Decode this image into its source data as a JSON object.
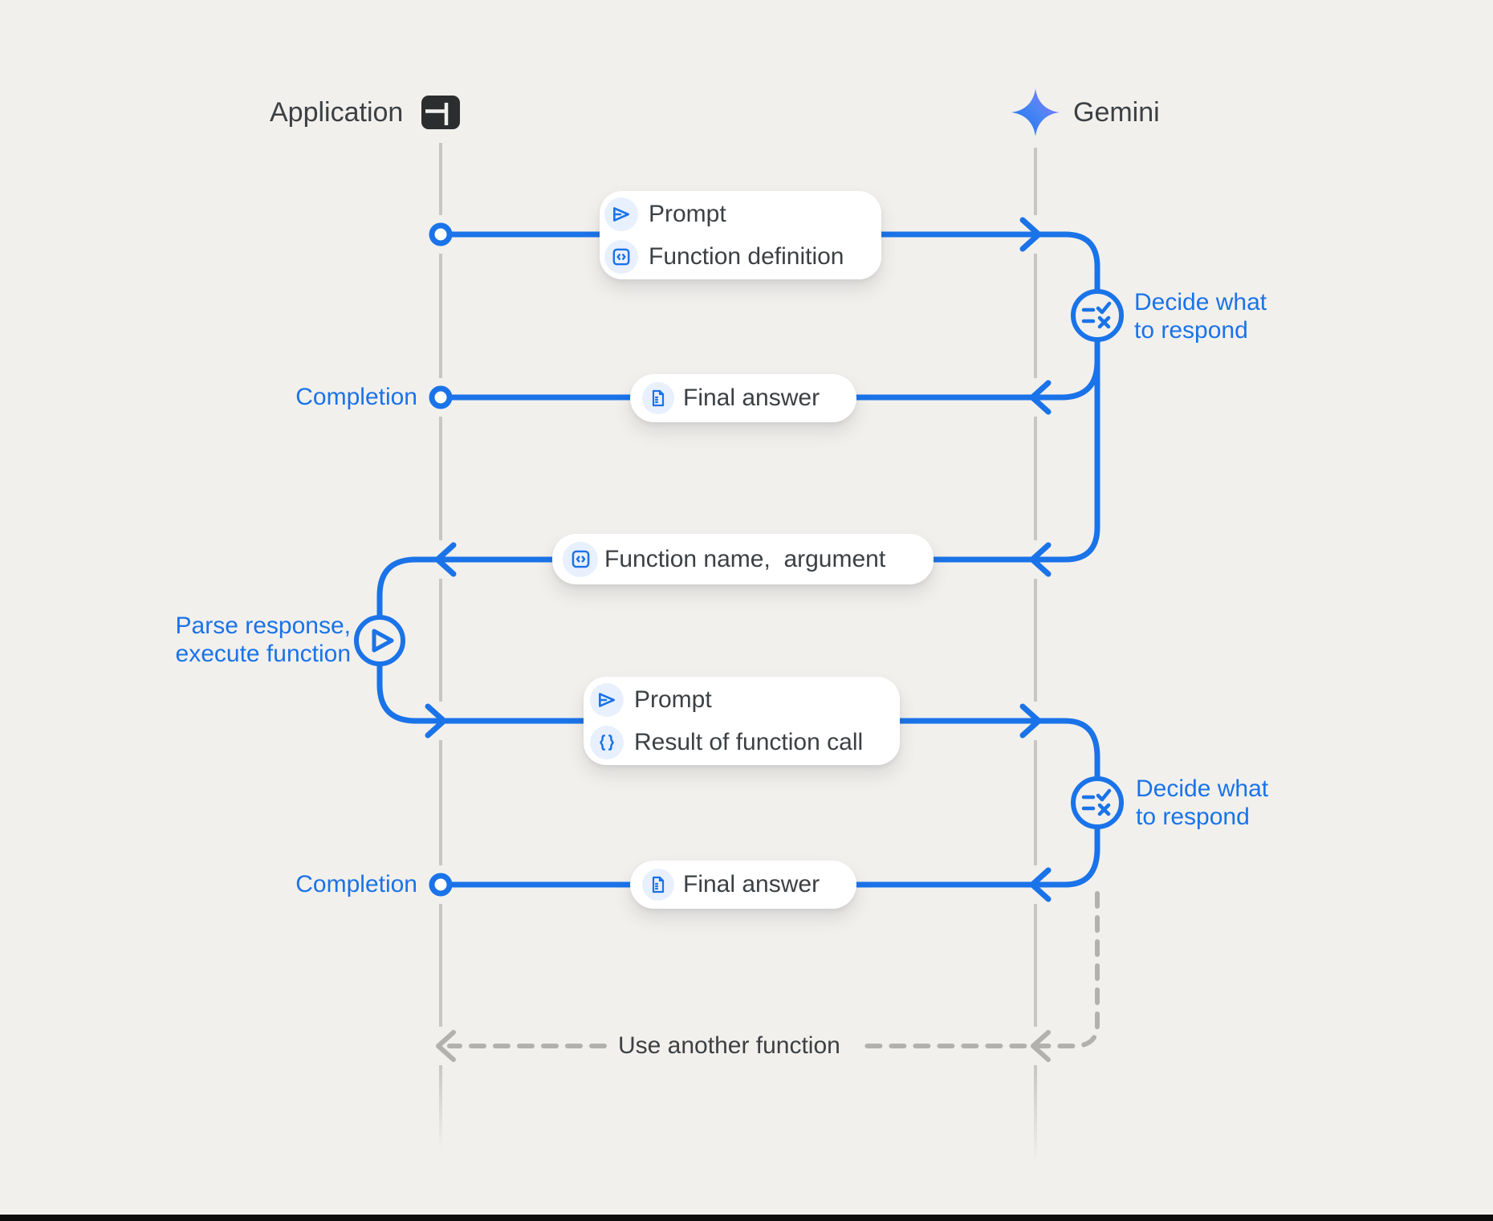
{
  "header": {
    "application": "Application",
    "gemini": "Gemini"
  },
  "steps": {
    "prompt1": {
      "items": [
        {
          "icon": "send-icon",
          "label": "Prompt"
        },
        {
          "icon": "code-icon",
          "label": "Function definition"
        }
      ]
    },
    "decide1": {
      "line1": "Decide what",
      "line2": "to respond"
    },
    "completion1": {
      "label": "Completion"
    },
    "final1": {
      "items": [
        {
          "icon": "document-icon",
          "label": "Final answer"
        }
      ]
    },
    "function_call": {
      "items": [
        {
          "icon": "code-icon",
          "label": "Function name,  argument"
        }
      ]
    },
    "parse": {
      "line1": "Parse response,",
      "line2": "execute function"
    },
    "prompt2": {
      "items": [
        {
          "icon": "send-icon",
          "label": "Prompt"
        },
        {
          "icon": "braces-icon",
          "label": "Result of function call"
        }
      ]
    },
    "decide2": {
      "line1": "Decide what",
      "line2": "to respond"
    },
    "completion2": {
      "label": "Completion"
    },
    "final2": {
      "items": [
        {
          "icon": "document-icon",
          "label": "Final answer"
        }
      ]
    },
    "loop": {
      "label": "Use another function"
    }
  },
  "colors": {
    "accent_blue": "#1a73e8",
    "text_dark": "#3c4043",
    "lifeline_gray": "#c8c6c4",
    "dashed_gray": "#b3b1ae",
    "chip_bg": "#e8f0fe",
    "background": "#f2f0ed",
    "star_gradient_start": "#1672e9",
    "star_gradient_end": "#a06af8"
  }
}
